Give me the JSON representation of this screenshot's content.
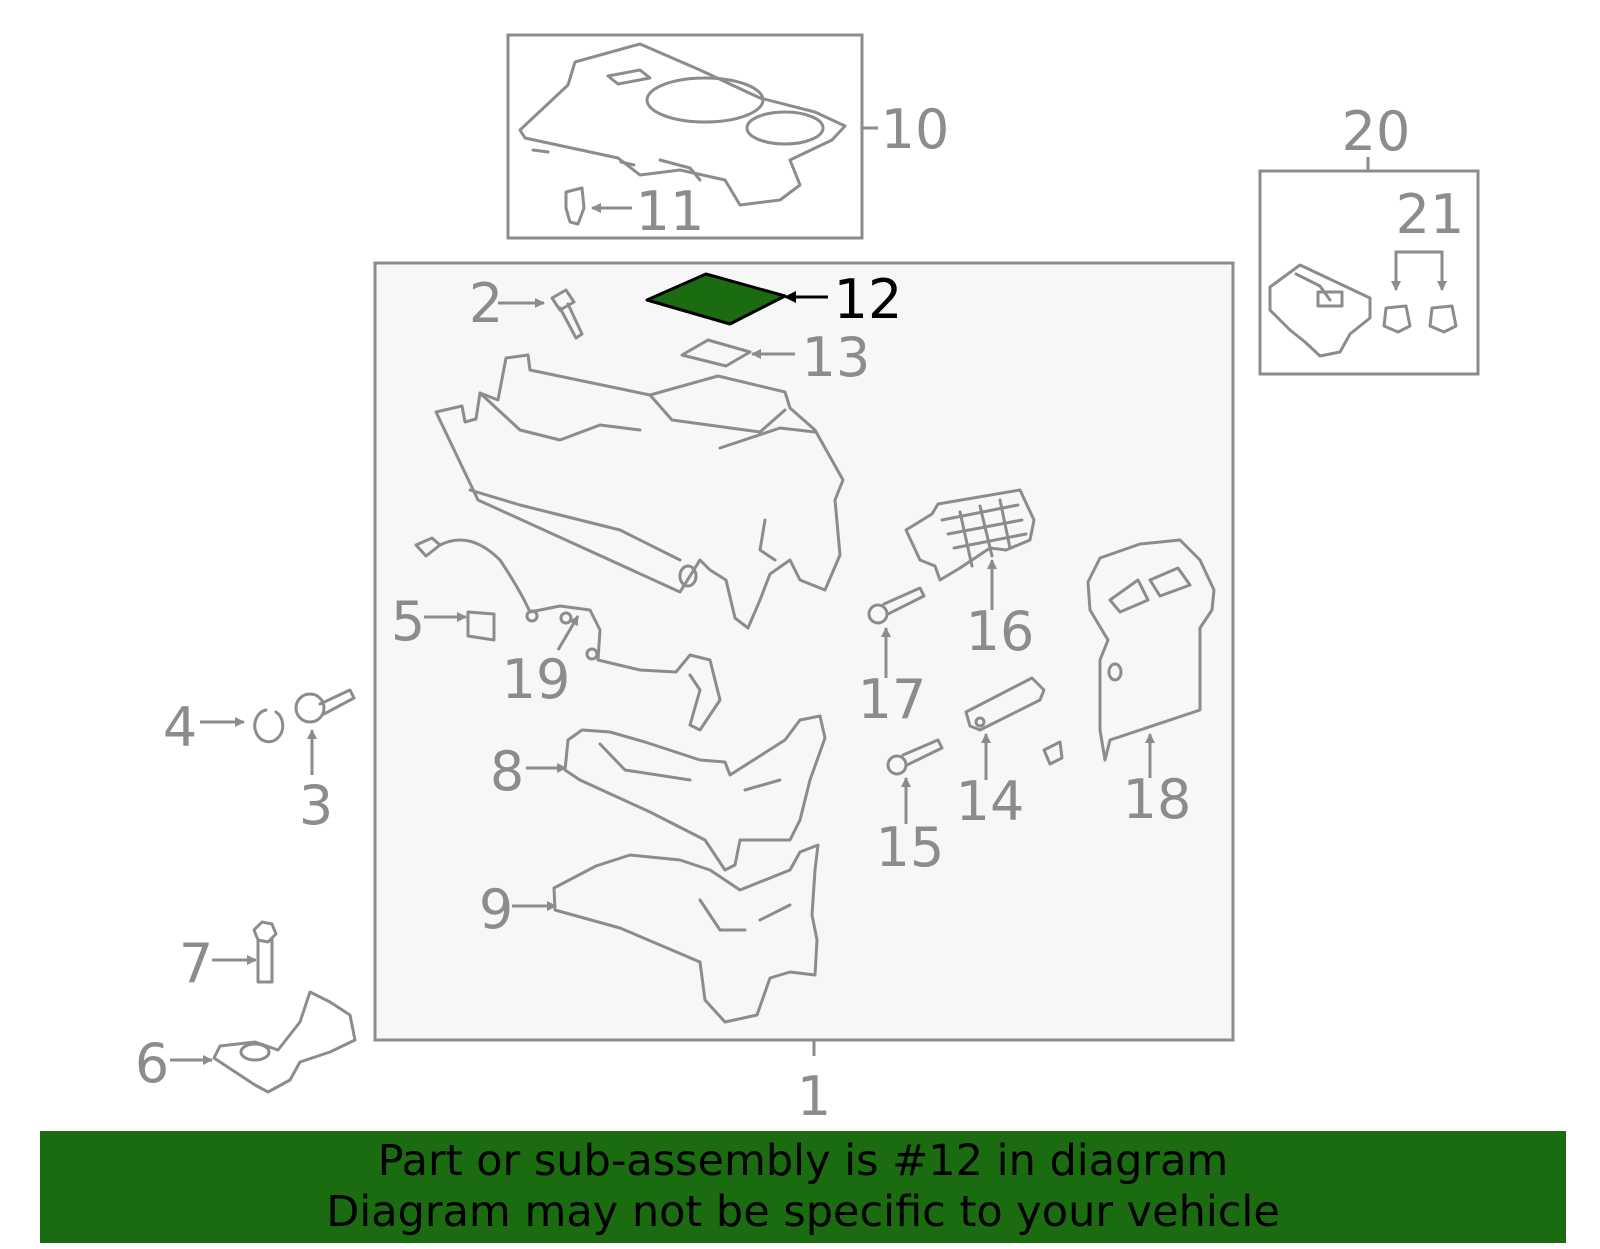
{
  "diagram": {
    "highlight_color": "#1b6b10",
    "line_color": "#8c8c8c",
    "highlighted_part": "12",
    "callouts": [
      "1",
      "2",
      "3",
      "4",
      "5",
      "6",
      "7",
      "8",
      "9",
      "10",
      "11",
      "12",
      "13",
      "14",
      "15",
      "16",
      "17",
      "18",
      "19",
      "20",
      "21"
    ]
  },
  "banner": {
    "line1": "Part or sub-assembly is #12 in diagram",
    "line2": "Diagram may not be specific to your vehicle"
  }
}
